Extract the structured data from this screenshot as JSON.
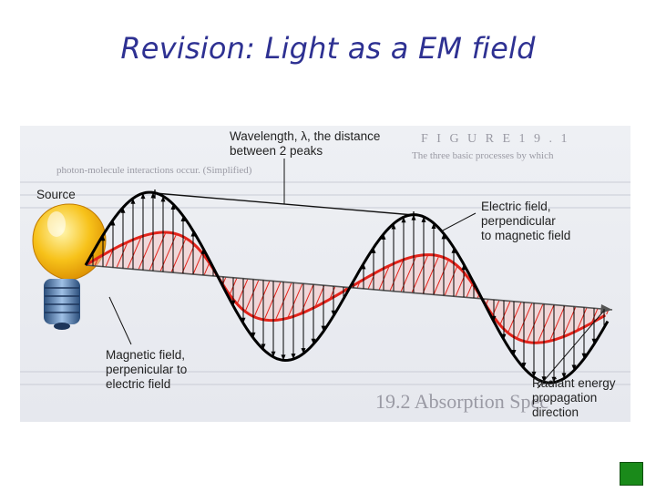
{
  "slide": {
    "title": "Revision: Light as a EM field"
  },
  "figure": {
    "labels": {
      "source": "Source",
      "wavelength_line1": "Wavelength, λ, the distance",
      "wavelength_line2": "between 2 peaks",
      "electric_line1": "Electric field,",
      "electric_line2": "perpendicular",
      "electric_line3": "to magnetic field",
      "magnetic_line1": "Magnetic field,",
      "magnetic_line2": "perpenicular to",
      "magnetic_line3": "electric field",
      "radiant_line1": "Radiant energy",
      "radiant_line2": "propagation",
      "radiant_line3": "direction"
    },
    "background_text": {
      "figure_heading": "F I G U R E 1 9 . 1",
      "caption_line1": "The three basic processes by which",
      "caption_line2": "photon-molecule interactions occur. (Simplified)",
      "section_heading": "19.2 Absorption Spec"
    },
    "colors": {
      "electric_wave": "#000000",
      "magnetic_wave": "#e2231a",
      "bulb_glass": "#f7c21a",
      "axis": "#555555"
    },
    "icons": {
      "source": "light-bulb-icon",
      "navigation": "green-square-button"
    }
  }
}
